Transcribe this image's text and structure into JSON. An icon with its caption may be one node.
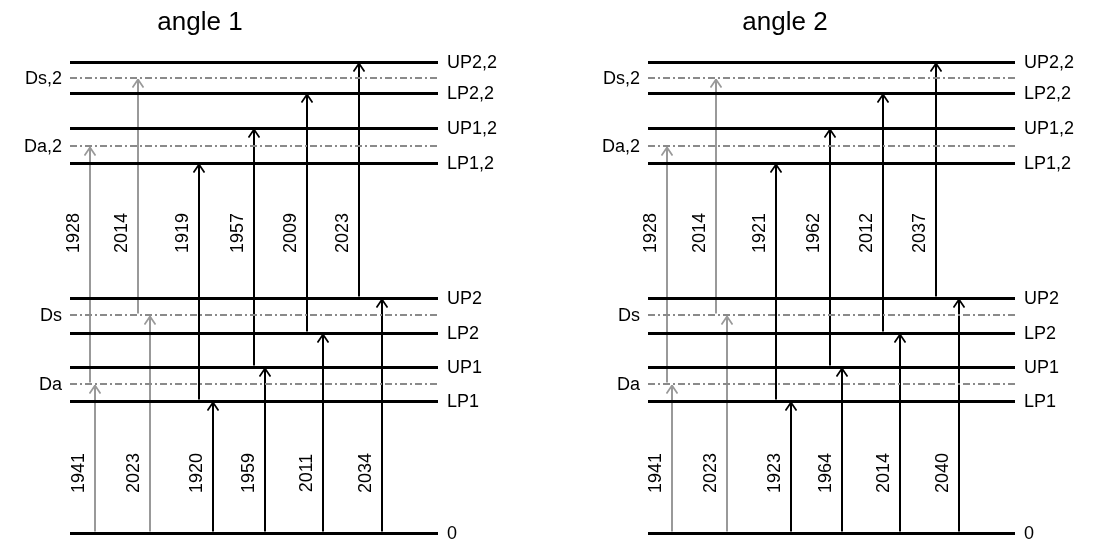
{
  "diagram": {
    "nodes": [
      {
        "text": [],
        "shape": "bar",
        "beside": [
          "UP2,2"
        ]
      },
      {
        "text": [],
        "shape": "bar",
        "beside": [
          "Ds,2"
        ]
      },
      {
        "text": [],
        "shape": "bar",
        "beside": [
          "LP2,2"
        ]
      },
      {
        "text": [],
        "shape": "bar",
        "beside": [
          "UP1,2"
        ]
      },
      {
        "text": [],
        "shape": "bar",
        "beside": [
          "Da,2"
        ]
      },
      {
        "text": [],
        "shape": "bar",
        "beside": [
          "LP1,2"
        ]
      },
      {
        "text": [],
        "shape": "bar",
        "beside": [
          "UP2"
        ]
      },
      {
        "text": [],
        "shape": "bar",
        "beside": [
          "Ds"
        ]
      },
      {
        "text": [],
        "shape": "bar",
        "beside": [
          "LP2"
        ]
      },
      {
        "text": [],
        "shape": "bar",
        "beside": [
          "UP1"
        ]
      },
      {
        "text": [],
        "shape": "bar",
        "beside": [
          "Da"
        ]
      },
      {
        "text": [],
        "shape": "bar",
        "beside": [
          "LP1"
        ]
      },
      {
        "text": [],
        "shape": "bar",
        "beside": [
          "0"
        ]
      },
      {
        "text": [],
        "shape": "bar",
        "beside": [
          "UP2,2"
        ]
      },
      {
        "text": [],
        "shape": "bar",
        "beside": [
          "Ds,2"
        ]
      },
      {
        "text": [],
        "shape": "bar",
        "beside": [
          "LP2,2"
        ]
      },
      {
        "text": [],
        "shape": "bar",
        "beside": [
          "UP1,2"
        ]
      },
      {
        "text": [],
        "shape": "bar",
        "beside": [
          "Da,2"
        ]
      },
      {
        "text": [],
        "shape": "bar",
        "beside": [
          "LP1,2"
        ]
      },
      {
        "text": [],
        "shape": "bar",
        "beside": [
          "UP2"
        ]
      },
      {
        "text": [],
        "shape": "bar",
        "beside": [
          "Ds"
        ]
      },
      {
        "text": [],
        "shape": "bar",
        "beside": [
          "LP2"
        ]
      },
      {
        "text": [],
        "shape": "bar",
        "beside": [
          "UP1"
        ]
      },
      {
        "text": [],
        "shape": "bar",
        "beside": [
          "Da"
        ]
      },
      {
        "text": [],
        "shape": "bar",
        "beside": [
          "LP1"
        ]
      },
      {
        "text": [],
        "shape": "bar",
        "beside": [
          "0"
        ]
      }
    ],
    "edges": [
      {
        "from": 10,
        "to": 4,
        "arrow": "to",
        "label": "1928",
        "color": "#999999"
      },
      {
        "from": 7,
        "to": 1,
        "arrow": "to",
        "label": "2014",
        "color": "#999999"
      },
      {
        "from": 11,
        "to": 5,
        "arrow": "to",
        "label": "1919"
      },
      {
        "from": 9,
        "to": 3,
        "arrow": "to",
        "label": "1957"
      },
      {
        "from": 8,
        "to": 2,
        "arrow": "to",
        "label": "2009"
      },
      {
        "from": 6,
        "to": 0,
        "arrow": "to",
        "label": "2023"
      },
      {
        "from": 12,
        "to": 10,
        "arrow": "to",
        "label": "1941",
        "color": "#999999"
      },
      {
        "from": 12,
        "to": 7,
        "arrow": "to",
        "label": "2023",
        "color": "#999999"
      },
      {
        "from": 12,
        "to": 11,
        "arrow": "to",
        "label": "1920"
      },
      {
        "from": 12,
        "to": 9,
        "arrow": "to",
        "label": "1959"
      },
      {
        "from": 12,
        "to": 8,
        "arrow": "to",
        "label": "2011"
      },
      {
        "from": 12,
        "to": 6,
        "arrow": "to",
        "label": "2034"
      },
      {
        "from": 23,
        "to": 17,
        "arrow": "to",
        "label": "1928",
        "color": "#999999"
      },
      {
        "from": 20,
        "to": 14,
        "arrow": "to",
        "label": "2014",
        "color": "#999999"
      },
      {
        "from": 24,
        "to": 18,
        "arrow": "to",
        "label": "1921"
      },
      {
        "from": 22,
        "to": 16,
        "arrow": "to",
        "label": "1962"
      },
      {
        "from": 21,
        "to": 15,
        "arrow": "to",
        "label": "2012"
      },
      {
        "from": 19,
        "to": 13,
        "arrow": "to",
        "label": "2037"
      },
      {
        "from": 25,
        "to": 23,
        "arrow": "to",
        "label": "1941",
        "color": "#999999"
      },
      {
        "from": 25,
        "to": 20,
        "arrow": "to",
        "label": "2023",
        "color": "#999999"
      },
      {
        "from": 25,
        "to": 24,
        "arrow": "to",
        "label": "1923"
      },
      {
        "from": 25,
        "to": 22,
        "arrow": "to",
        "label": "1964"
      },
      {
        "from": 25,
        "to": 21,
        "arrow": "to",
        "label": "2014"
      },
      {
        "from": 25,
        "to": 19,
        "arrow": "to",
        "label": "2040"
      }
    ],
    "labels": [
      "angle 1",
      "angle 2"
    ]
  }
}
